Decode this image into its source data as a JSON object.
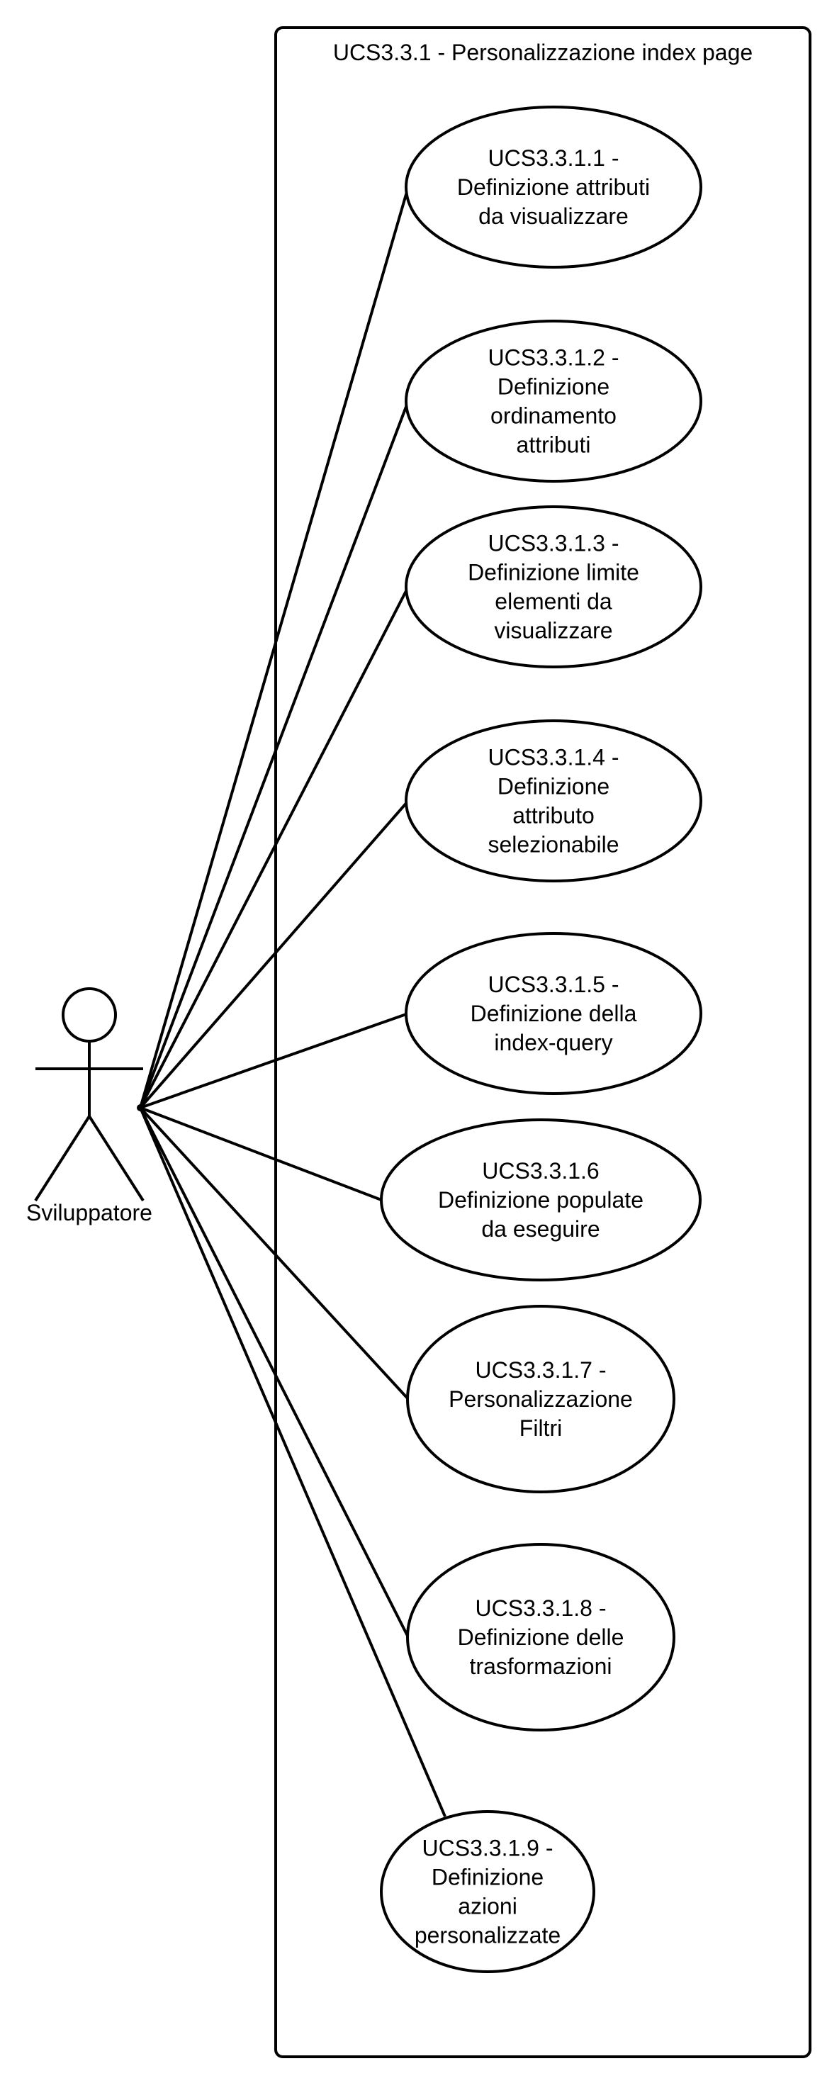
{
  "system": {
    "title": "UCS3.3.1 - Personalizzazione index page"
  },
  "actor": {
    "name": "Sviluppatore"
  },
  "use_cases": [
    {
      "lines": [
        "UCS3.3.1.1 -",
        "Definizione attributi",
        "da visualizzare"
      ]
    },
    {
      "lines": [
        "UCS3.3.1.2 -",
        "Definizione",
        "ordinamento",
        "attributi"
      ]
    },
    {
      "lines": [
        "UCS3.3.1.3 -",
        "Definizione limite",
        "elementi da",
        "visualizzare"
      ]
    },
    {
      "lines": [
        "UCS3.3.1.4 -",
        "Definizione",
        "attributo",
        "selezionabile"
      ]
    },
    {
      "lines": [
        "UCS3.3.1.5 -",
        "Definizione della",
        "index-query"
      ]
    },
    {
      "lines": [
        "UCS3.3.1.6",
        "Definizione populate",
        "da eseguire"
      ]
    },
    {
      "lines": [
        "UCS3.3.1.7 -",
        "Personalizzazione",
        "Filtri"
      ]
    },
    {
      "lines": [
        "UCS3.3.1.8 -",
        "Definizione delle",
        "trasformazioni"
      ]
    },
    {
      "lines": [
        "UCS3.3.1.9 -",
        "Definizione",
        "azioni",
        "personalizzate"
      ]
    }
  ]
}
